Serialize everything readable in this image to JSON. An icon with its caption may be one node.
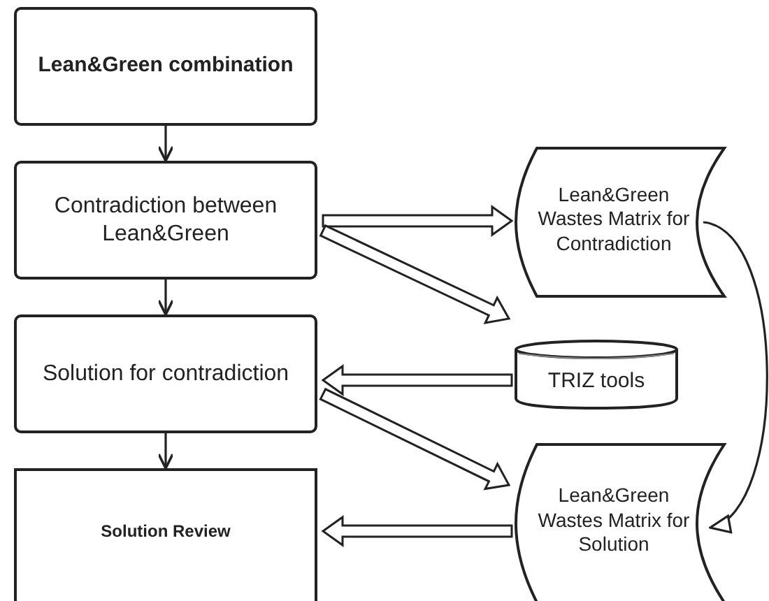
{
  "diagram": {
    "nodes": [
      {
        "text": [
          "Lean&Green combination"
        ]
      },
      {
        "text": [
          "Contradiction between Lean&Green"
        ]
      },
      {
        "text": [
          "Solution for contradiction"
        ]
      },
      {
        "text": [
          "Solution Review"
        ]
      },
      {
        "text": [
          "Lean&Green Wastes Matrix for Contradiction"
        ]
      },
      {
        "text": [
          "TRIZ tools"
        ]
      },
      {
        "text": [
          "Lean&Green Wastes Matrix for Solution"
        ]
      }
    ],
    "edges": [
      {
        "from": 0,
        "to": 1,
        "arrow": "to"
      },
      {
        "from": 1,
        "to": 2,
        "arrow": "to"
      },
      {
        "from": 2,
        "to": 3,
        "arrow": "to"
      },
      {
        "from": 1,
        "to": 4,
        "arrow": "to"
      },
      {
        "from": 1,
        "to": 5,
        "arrow": "to"
      },
      {
        "from": 5,
        "to": 2,
        "arrow": "to"
      },
      {
        "from": 2,
        "to": 6,
        "arrow": "to"
      },
      {
        "from": 6,
        "to": 3,
        "arrow": "to"
      },
      {
        "from": 4,
        "to": 6,
        "arrow": "to"
      }
    ]
  }
}
